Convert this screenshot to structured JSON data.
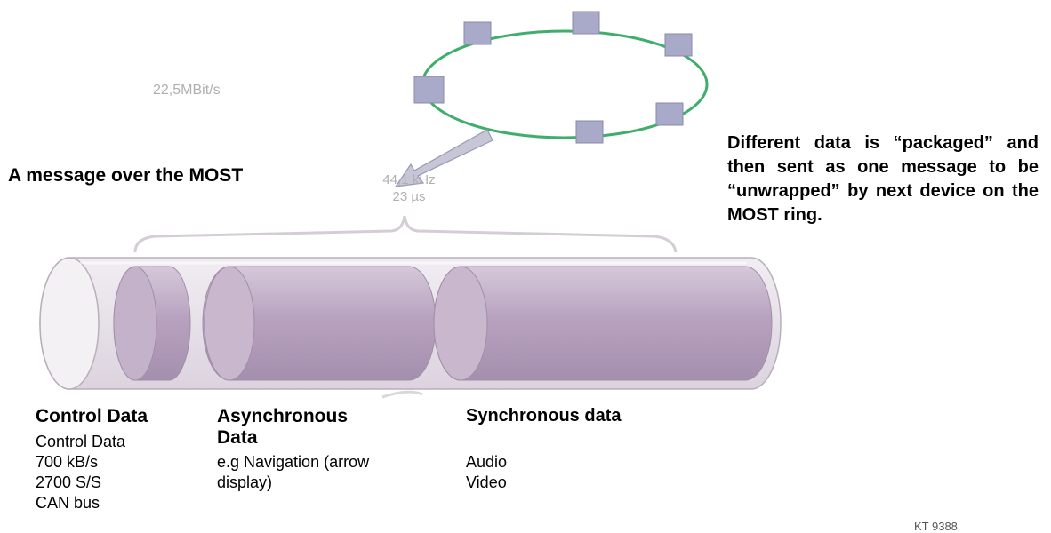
{
  "ring": {
    "rate_label": "22,5MBit/s",
    "frame_rate": "44,1 kHz",
    "frame_time": "23 µs"
  },
  "title": "A message over the MOST",
  "side_note": "Different data is “packaged” and then sent as one message to be “unwrapped” by next device on the MOST ring.",
  "sections": {
    "control": {
      "heading": "Control Data",
      "lines": [
        "Control Data",
        "700 kB/s",
        "2700 S/S",
        "CAN bus"
      ]
    },
    "async": {
      "heading_1": "Asynchronous",
      "heading_2": "Data",
      "lines": [
        "e.g Navigation (arrow",
        "display)"
      ]
    },
    "sync": {
      "heading": "Synchronous data",
      "lines": [
        "Audio",
        "Video"
      ]
    }
  },
  "figure_id": "KT 9388",
  "colors": {
    "ring": "#3fae6c",
    "node": "#a9a9c9",
    "tube_fill": "#b9a3c1",
    "tube_light": "#e8e2ea",
    "arrow": "#c6c6d6"
  }
}
